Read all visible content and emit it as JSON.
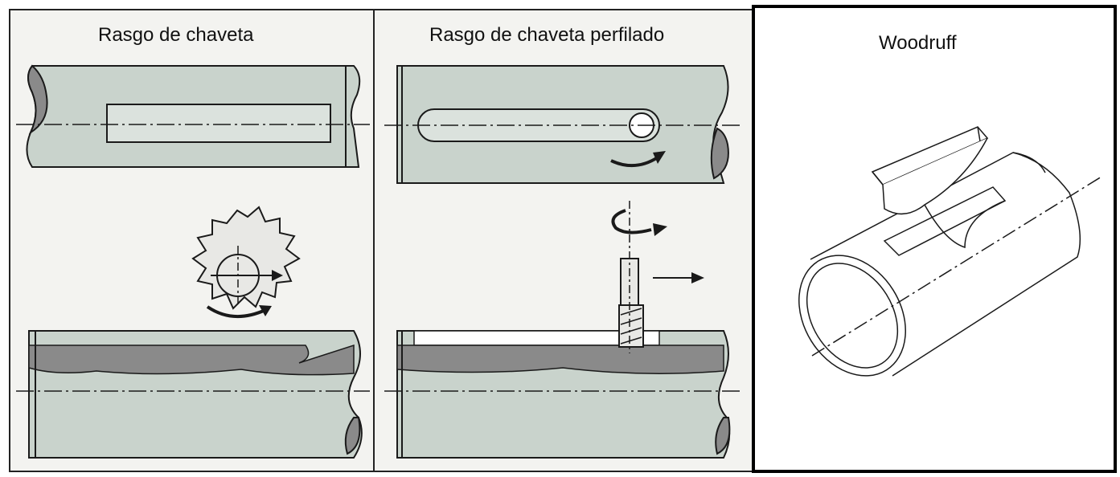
{
  "panels": [
    {
      "title": "Rasgo de chaveta"
    },
    {
      "title": "Rasgo de chaveta perfilado"
    },
    {
      "title": "Woodruff"
    }
  ],
  "colors": {
    "shaft_fill": "#c9d3cc",
    "shaft_end": "#8a8a8a",
    "line": "#1a1a1a",
    "panel_bg": "#f1f1ee"
  }
}
